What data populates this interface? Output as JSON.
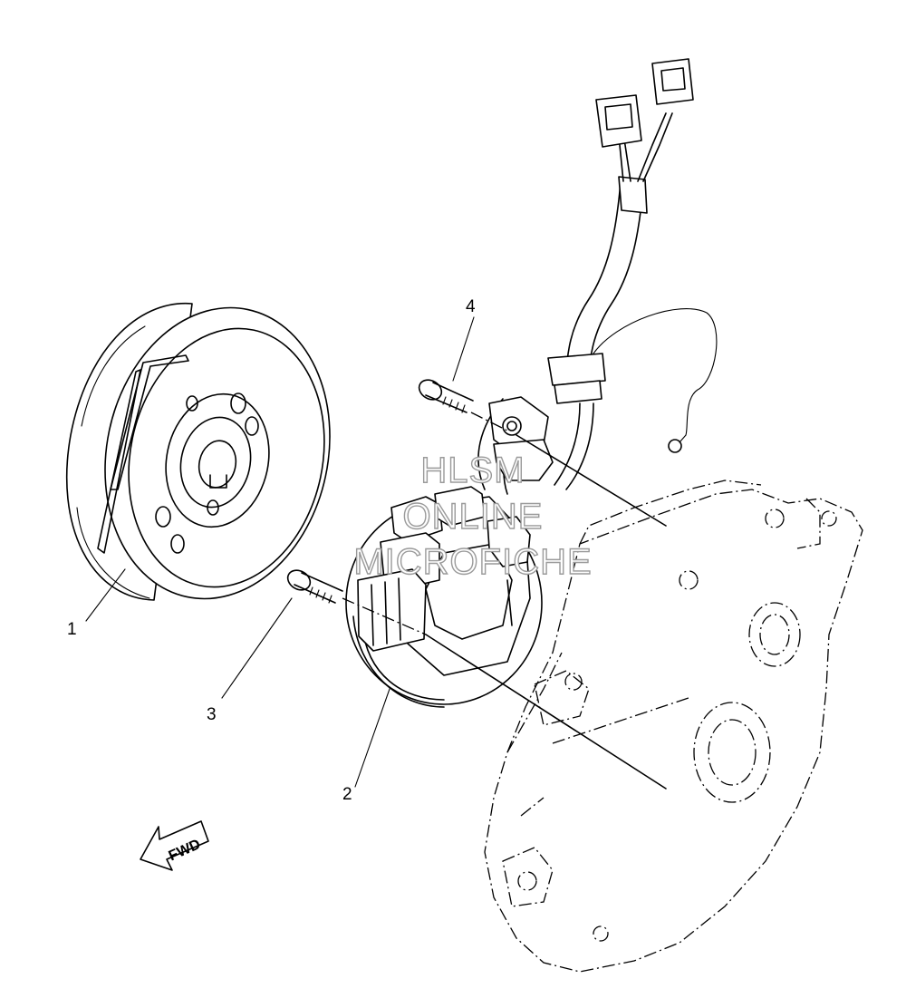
{
  "callouts": {
    "part1": "1",
    "part2": "2",
    "part3": "3",
    "part4": "4"
  },
  "fwd_label": "FWD",
  "watermark": {
    "line1": "HLSM",
    "line2": "ONLINE",
    "line3": "MICROFICHE"
  },
  "colors": {
    "line": "#000000",
    "watermark_stroke": "#9a9a9a",
    "background": "#ffffff"
  }
}
